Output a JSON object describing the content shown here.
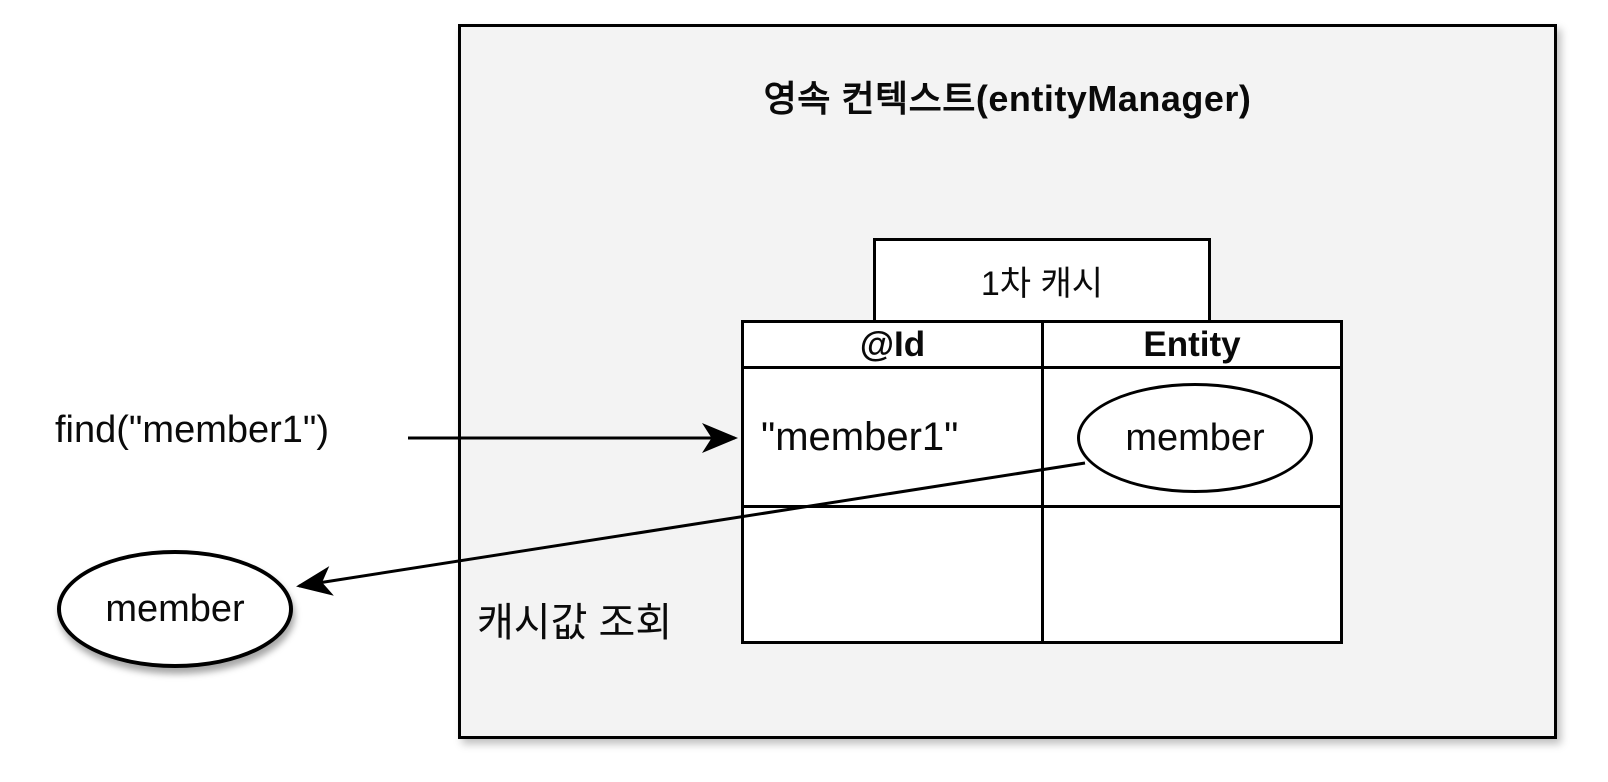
{
  "diagram": {
    "outer_box_title": "영속 컨텍스트(entityManager)",
    "cache_label": "1차 캐시",
    "table": {
      "headers": [
        "@Id",
        "Entity"
      ],
      "rows": [
        {
          "id": "\"member1\"",
          "entity": "member"
        },
        {
          "id": "",
          "entity": ""
        }
      ]
    },
    "find_label": "find(\"member1\")",
    "result_entity_label": "member",
    "lookup_label": "캐시값 조회"
  },
  "colors": {
    "outer_box_fill": "#f3f3f3",
    "line": "#000000",
    "cell_fill": "#ffffff"
  }
}
